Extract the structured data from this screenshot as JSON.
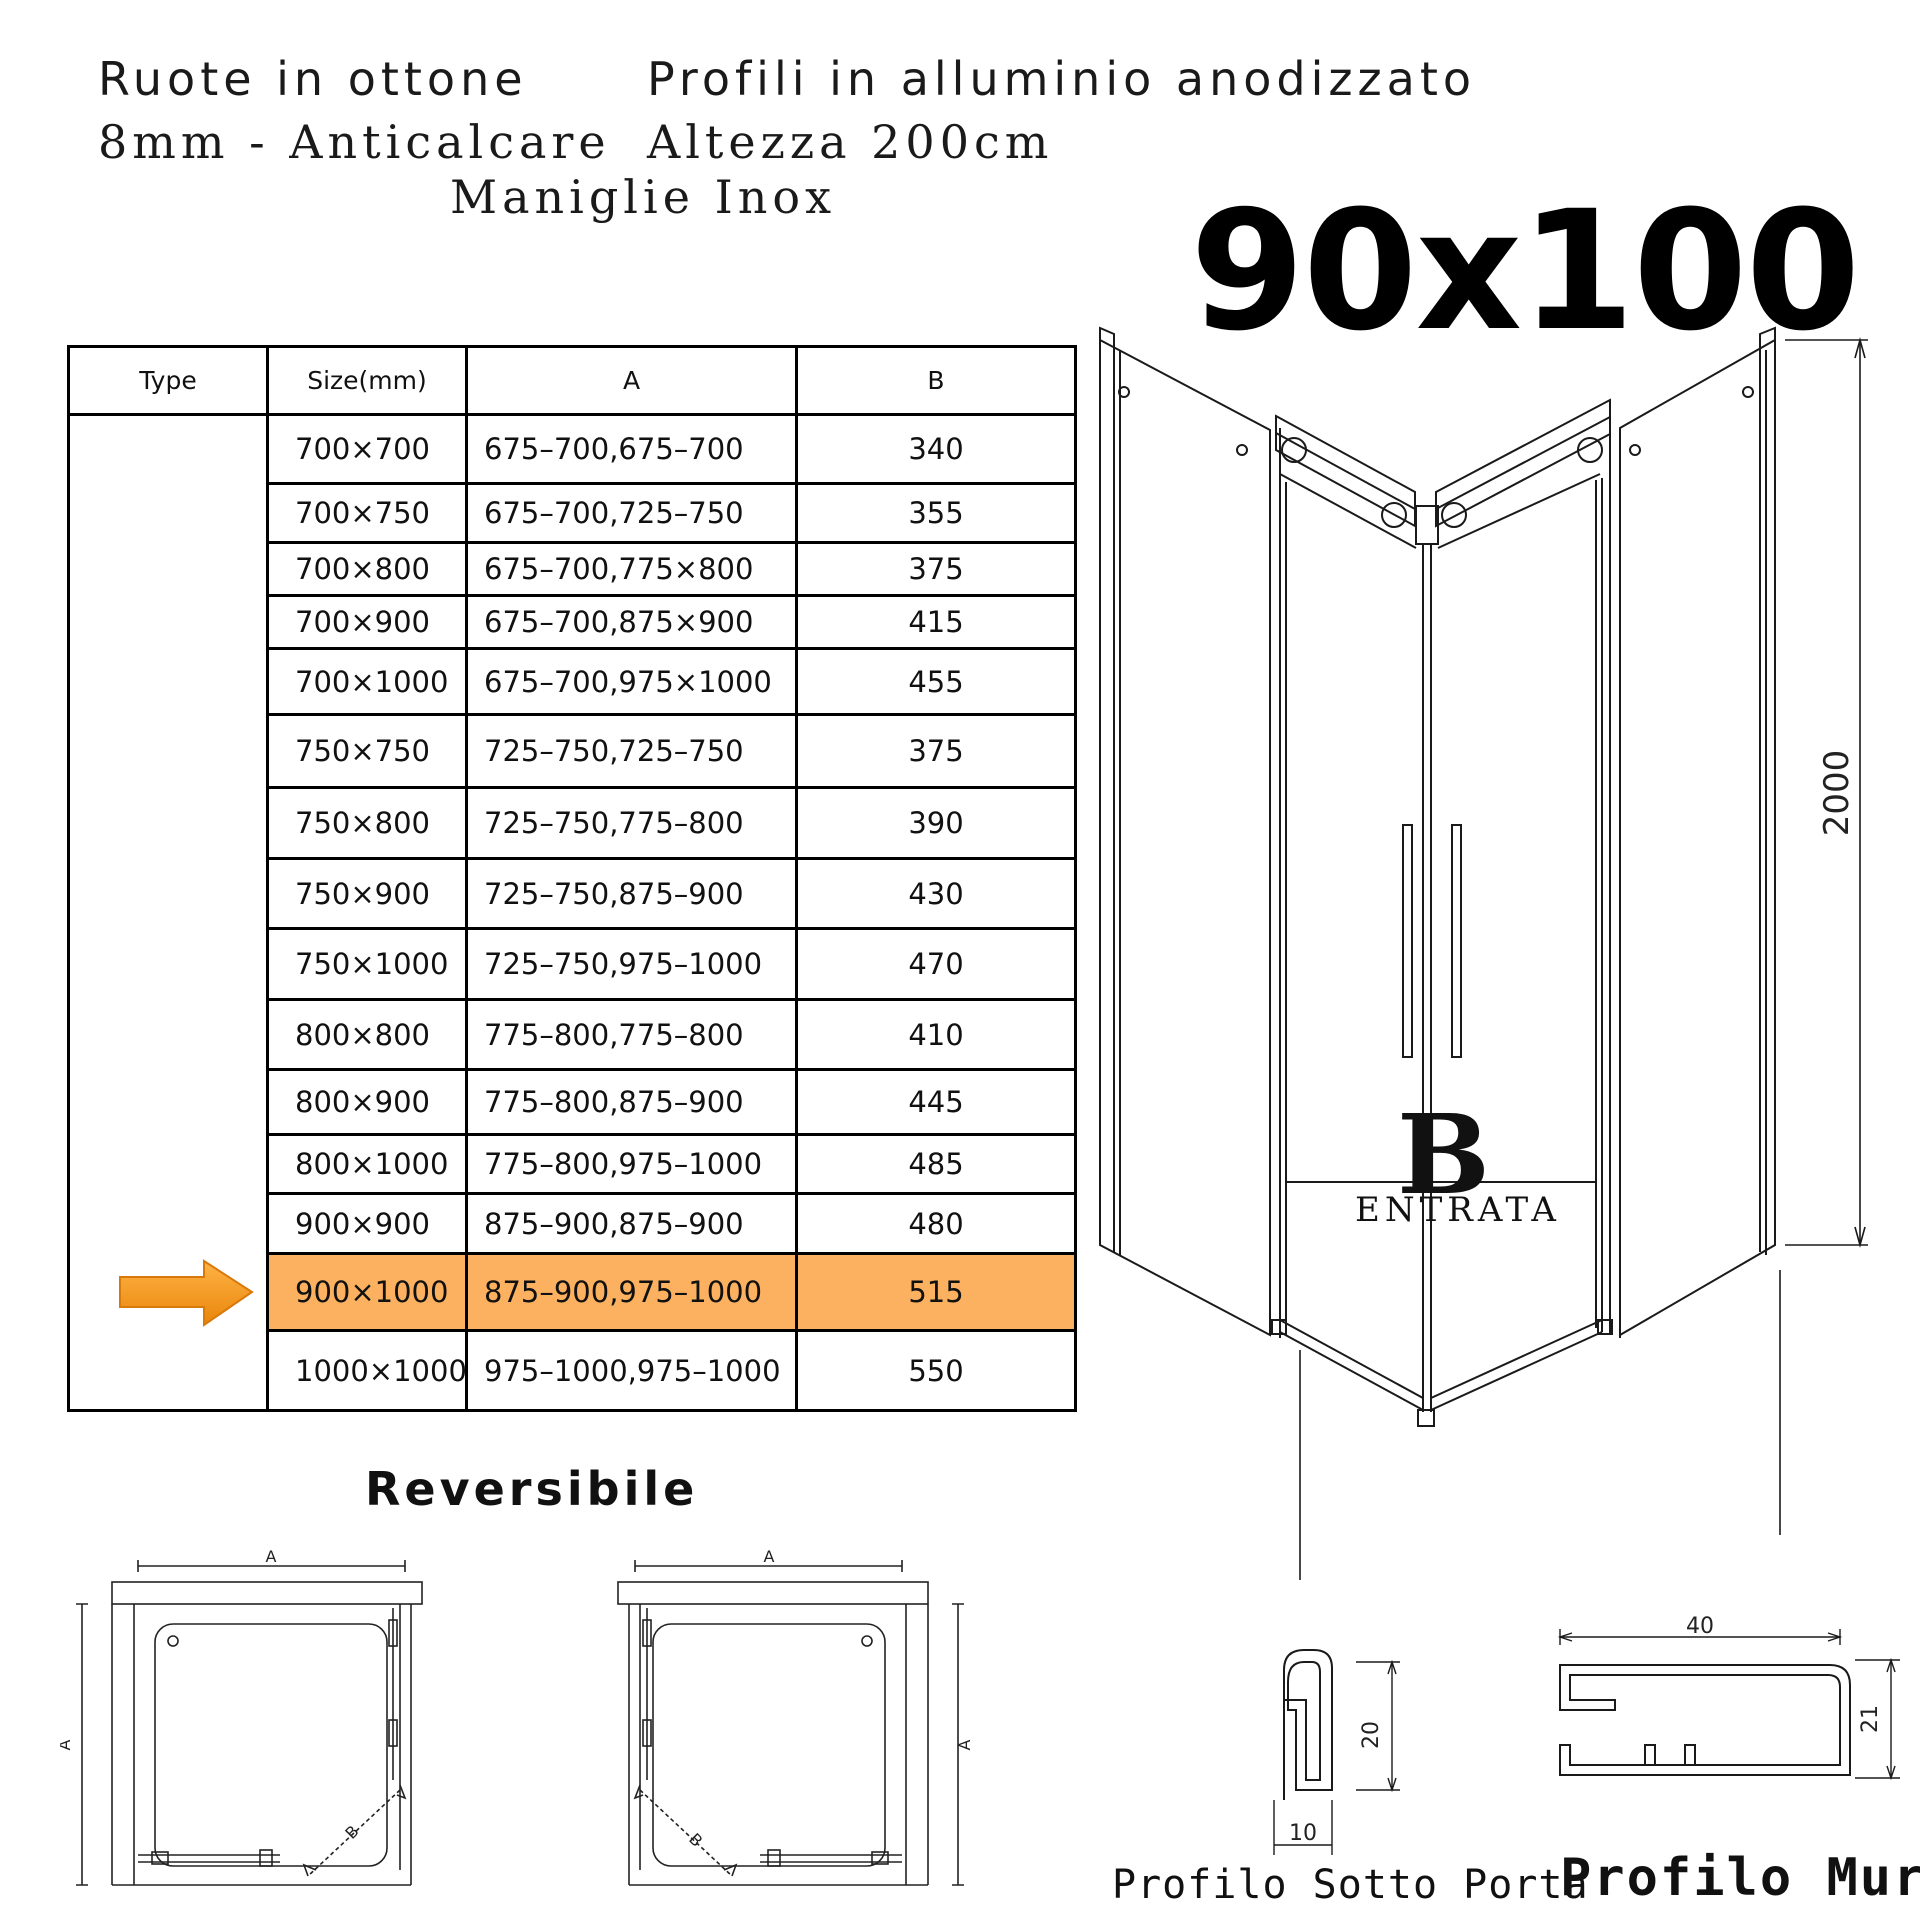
{
  "header": {
    "line1_left": "Ruote in ottone",
    "line1_right": "Profili in alluminio anodizzato",
    "line2_left": "8mm - Anticalcare",
    "line2_right": "Altezza 200cm",
    "line3": "Maniglie Inox"
  },
  "size_title": "90x100",
  "table": {
    "headers": [
      "Type",
      "Size(mm)",
      "A",
      "B"
    ],
    "rows": [
      {
        "size": "700×700",
        "a": "675–700,675–700",
        "b": "340"
      },
      {
        "size": "700×750",
        "a": "675–700,725–750",
        "b": "355"
      },
      {
        "size": "700×800",
        "a": "675–700,775×800",
        "b": "375"
      },
      {
        "size": "700×900",
        "a": "675–700,875×900",
        "b": "415"
      },
      {
        "size": "700×1000",
        "a": "675–700,975×1000",
        "b": "455"
      },
      {
        "size": "750×750",
        "a": "725–750,725–750",
        "b": "375"
      },
      {
        "size": "750×800",
        "a": "725–750,775–800",
        "b": "390"
      },
      {
        "size": "750×900",
        "a": "725–750,875–900",
        "b": "430"
      },
      {
        "size": "750×1000",
        "a": "725–750,975–1000",
        "b": "470"
      },
      {
        "size": "800×800",
        "a": "775–800,775–800",
        "b": "410"
      },
      {
        "size": "800×900",
        "a": "775–800,875–900",
        "b": "445"
      },
      {
        "size": "800×1000",
        "a": "775–800,975–1000",
        "b": "485"
      },
      {
        "size": "900×900",
        "a": "875–900,875–900",
        "b": "480"
      },
      {
        "size": "900×1000",
        "a": "875–900,975–1000",
        "b": "515"
      },
      {
        "size": "1000×1000",
        "a": "975–1000,975–1000",
        "b": "550"
      }
    ],
    "highlight_color": "#fbb15f",
    "arrow_color": "#f39a1e"
  },
  "reversible_label": "Reversibile",
  "plan_labels": {
    "a": "A",
    "b": "B"
  },
  "height_dim": "2000",
  "entrance": {
    "letter": "B",
    "label": "ENTRATA"
  },
  "profile_door": {
    "caption": "Profilo Sotto Porta",
    "width": "10",
    "height": "20"
  },
  "profile_wall": {
    "caption": "Profilo Muro",
    "width": "40",
    "height": "21"
  }
}
